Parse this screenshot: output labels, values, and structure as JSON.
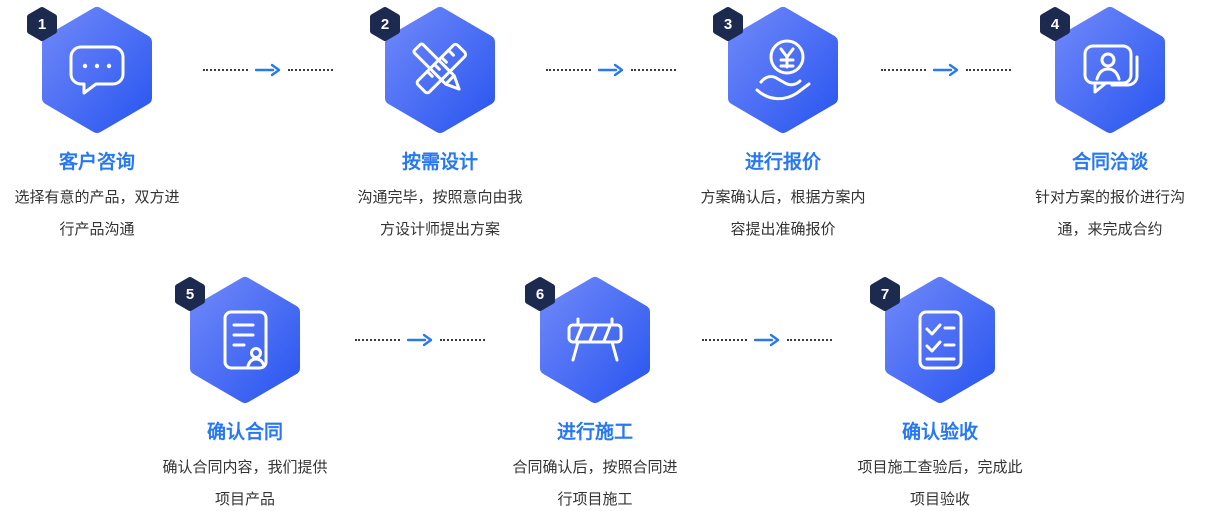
{
  "colors": {
    "background": "#FFFFFF",
    "hexagon_gradient_start": "#6E87F9",
    "hexagon_gradient_end": "#2B57F0",
    "badge_background": "#1B2A4E",
    "badge_number_text": "#FFFFFF",
    "title_text": "#2878F2",
    "description_text": "#333333",
    "arrow": "#2878F2",
    "dashed_line": "#3C3C3C",
    "icon_stroke": "#FFFFFF"
  },
  "steps": [
    {
      "number": "1",
      "title": "客户咨询",
      "icon": "chat-icon",
      "desc": [
        "选择有意的产品，双方进",
        "行产品沟通"
      ]
    },
    {
      "number": "2",
      "title": "按需设计",
      "icon": "design-icon",
      "desc": [
        "沟通完毕，按照意向由我",
        "方设计师提出方案"
      ]
    },
    {
      "number": "3",
      "title": "进行报价",
      "icon": "price-icon",
      "desc": [
        "方案确认后，根据方案内",
        "容提出准确报价"
      ]
    },
    {
      "number": "4",
      "title": "合同洽谈",
      "icon": "negotiation-icon",
      "desc": [
        "针对方案的报价进行沟",
        "通，来完成合约"
      ]
    },
    {
      "number": "5",
      "title": "确认合同",
      "icon": "contract-icon",
      "desc": [
        "确认合同内容，我们提供",
        "项目产品"
      ]
    },
    {
      "number": "6",
      "title": "进行施工",
      "icon": "construction-icon",
      "desc": [
        "合同确认后，按照合同进",
        "行项目施工"
      ]
    },
    {
      "number": "7",
      "title": "确认验收",
      "icon": "acceptance-icon",
      "desc": [
        "项目施工查验后，完成此",
        "项目验收"
      ]
    }
  ]
}
